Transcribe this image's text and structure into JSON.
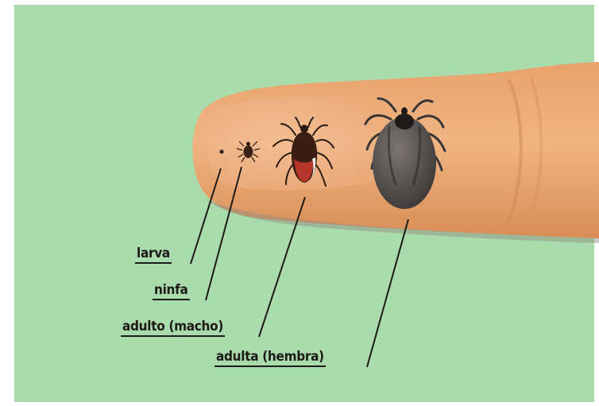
{
  "stages": [
    {
      "id": "larva",
      "label": "larva"
    },
    {
      "id": "ninfa",
      "label": "ninfa"
    },
    {
      "id": "adulto-macho",
      "label": "adulto (macho)"
    },
    {
      "id": "adulta-hembra",
      "label": "adulta (hembra)"
    }
  ],
  "colors": {
    "background": "#a9dbac",
    "finger": "#e6a673",
    "tick_male_body": "#3a1e14",
    "tick_male_shield": "#b5352a",
    "tick_female_body": "#585352",
    "label_text": "#1e1a18"
  }
}
